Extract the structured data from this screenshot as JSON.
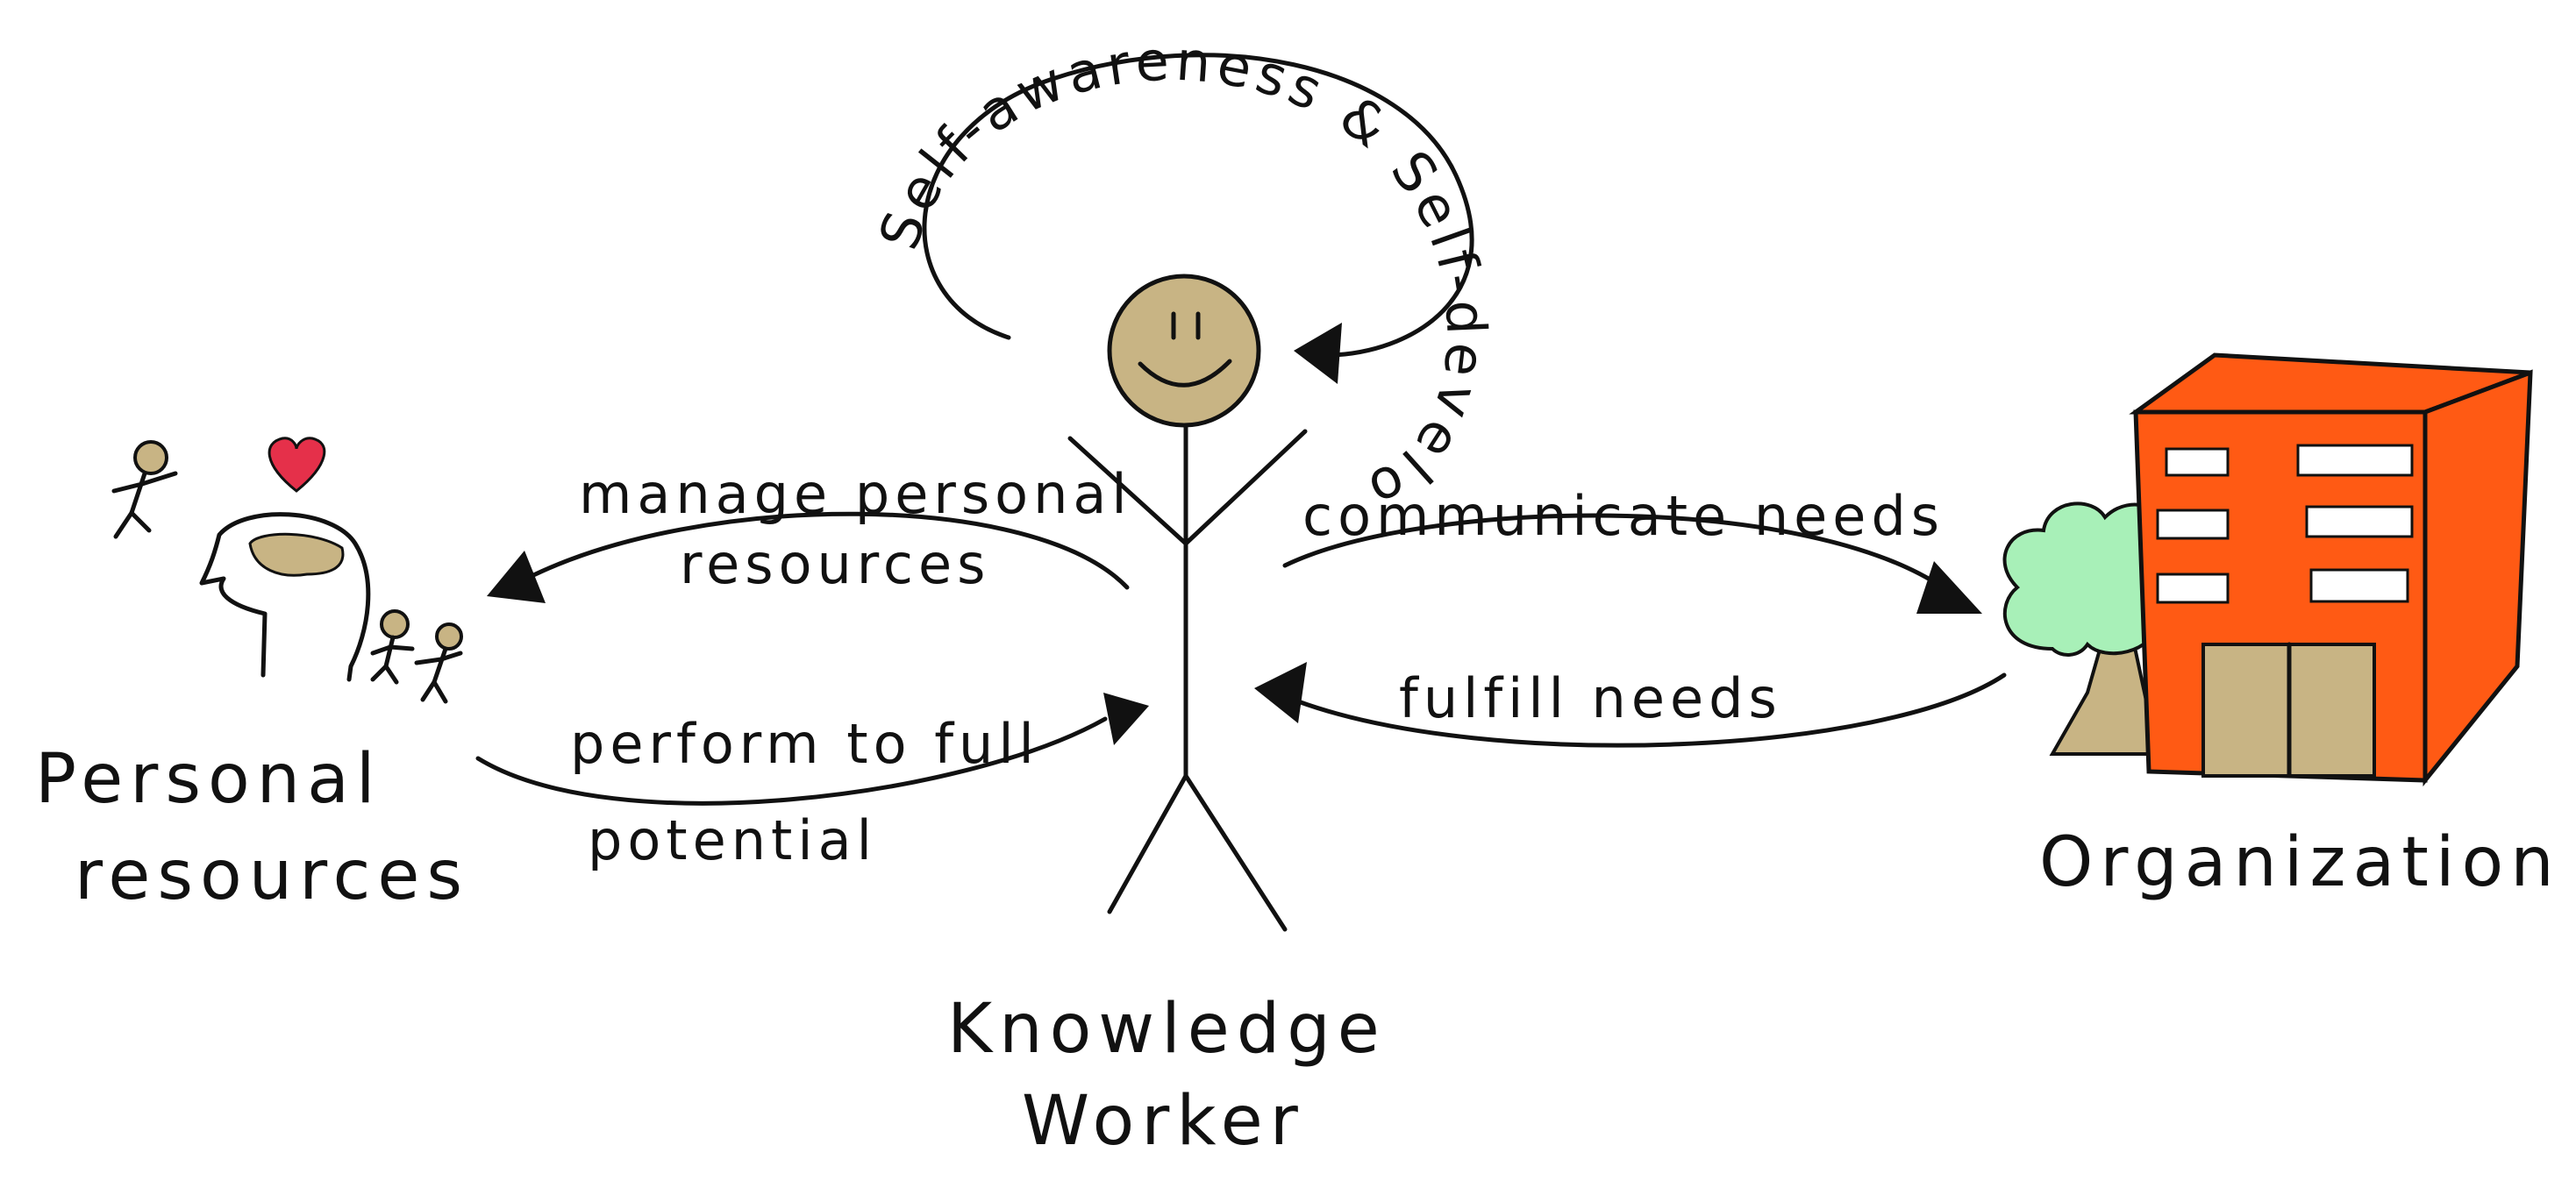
{
  "labels": {
    "self_awareness": "Self-awareness & Self-development",
    "manage_line1": "manage personal",
    "manage_line2": "resources",
    "perform_line1": "perform to full",
    "perform_line2": "potential",
    "communicate": "communicate needs",
    "fulfill": "fulfill needs",
    "personal_line1": "Personal",
    "personal_line2": "resources",
    "worker_line1": "Knowledge",
    "worker_line2": "Worker",
    "organization": "Organization"
  },
  "colors": {
    "ink": "#111111",
    "face": "#c8b484",
    "heart": "#e5304a",
    "building": "#ff5a14",
    "door": "#c8b484",
    "tree_foliage": "#a8f0b8",
    "tree_trunk": "#c8b484",
    "brain": "#c8b484"
  },
  "icons": [
    "smiley-face-icon",
    "stick-figure-icon",
    "heart-icon",
    "brain-head-icon",
    "people-icon",
    "building-icon",
    "tree-icon"
  ]
}
